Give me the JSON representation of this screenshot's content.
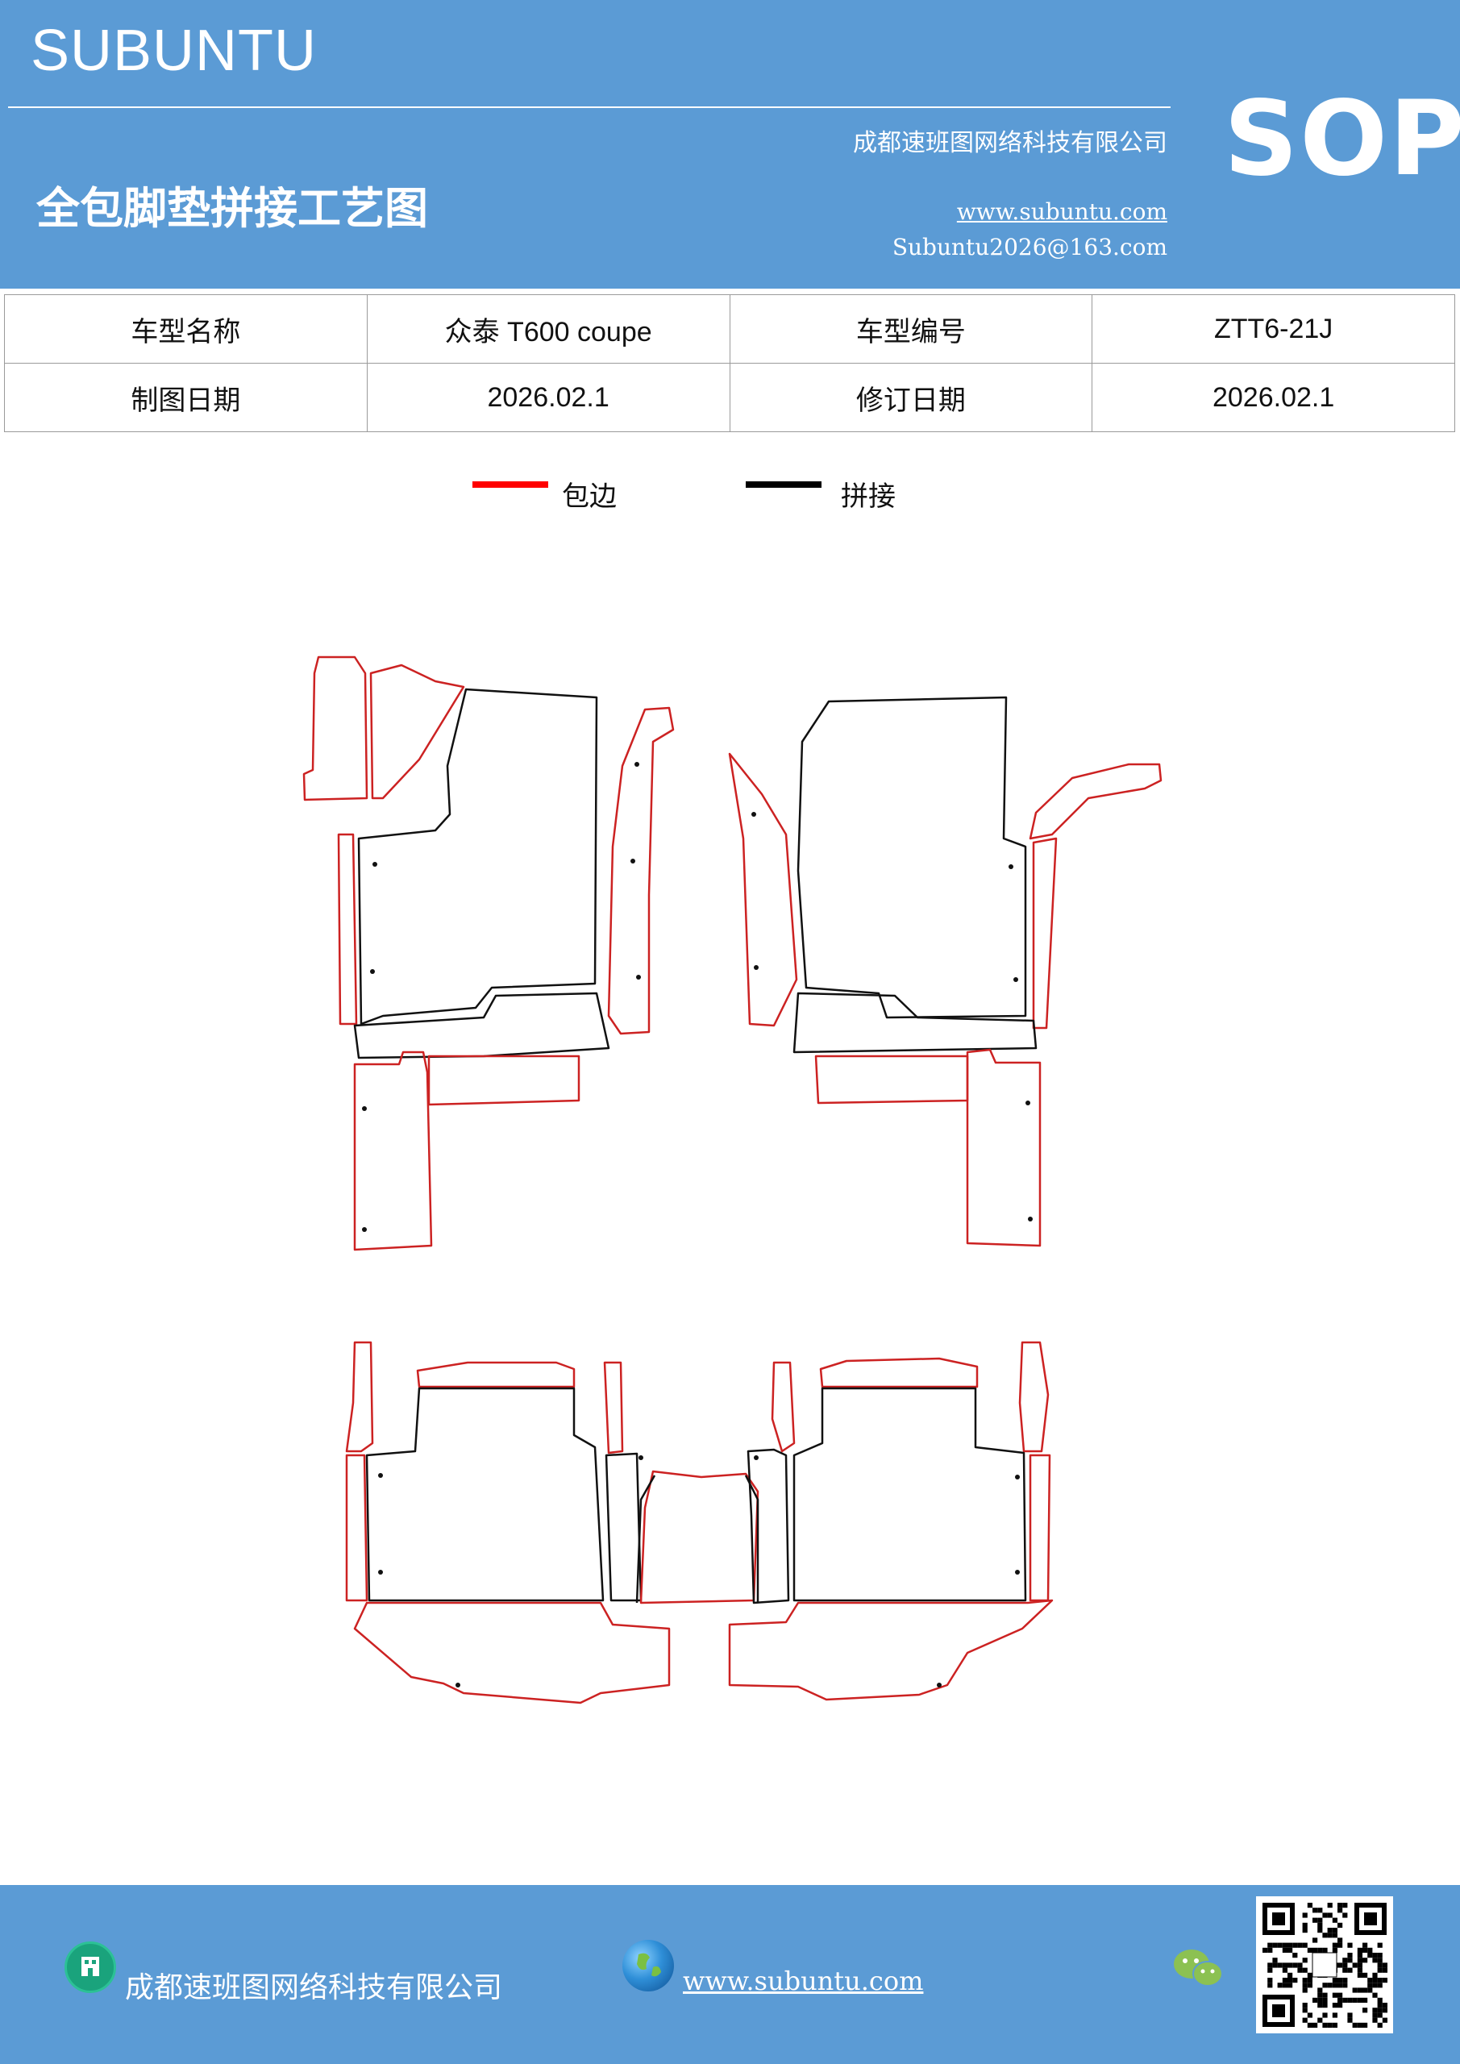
{
  "header": {
    "brand": "SUBUNTU",
    "company": "成都速班图网络科技有限公司",
    "sop": "SOP",
    "title": "全包脚垫拼接工艺图",
    "website": "www.subuntu.com",
    "email": "Subuntu2026@163.com"
  },
  "info_table": {
    "row1": [
      "车型名称",
      "众泰 T600  coupe",
      "车型编号",
      "ZTT6-21J"
    ],
    "row2": [
      "制图日期",
      "2026.02.1",
      "修订日期",
      "2026.02.1"
    ]
  },
  "legend": {
    "items": [
      {
        "label": "包边",
        "color": "#ff0000"
      },
      {
        "label": "拼接",
        "color": "#000000"
      }
    ]
  },
  "colors": {
    "header_bg": "#5b9bd5",
    "edge_red": "#cc2222",
    "seam_black": "#111111"
  },
  "footer": {
    "company": "成都速班图网络科技有限公司",
    "website": "www.subuntu.com",
    "icons": [
      "building-icon",
      "globe-icon",
      "wechat-icon",
      "qr-code"
    ]
  }
}
